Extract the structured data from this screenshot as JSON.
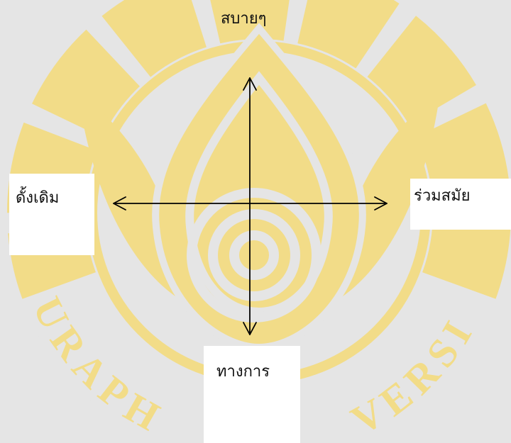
{
  "diagram": {
    "top_label": "สบายๆ",
    "left_label": "ดั้งเดิม",
    "right_label": "ร่วมสมัย",
    "bottom_label": "ทางการ"
  },
  "watermark": {
    "text_left": "URAPH",
    "text_right": "VERSI",
    "color": "#f2dc88"
  },
  "colors": {
    "background": "#e5e5e5",
    "box": "#ffffff",
    "arrow": "#000000",
    "text": "#111111"
  }
}
